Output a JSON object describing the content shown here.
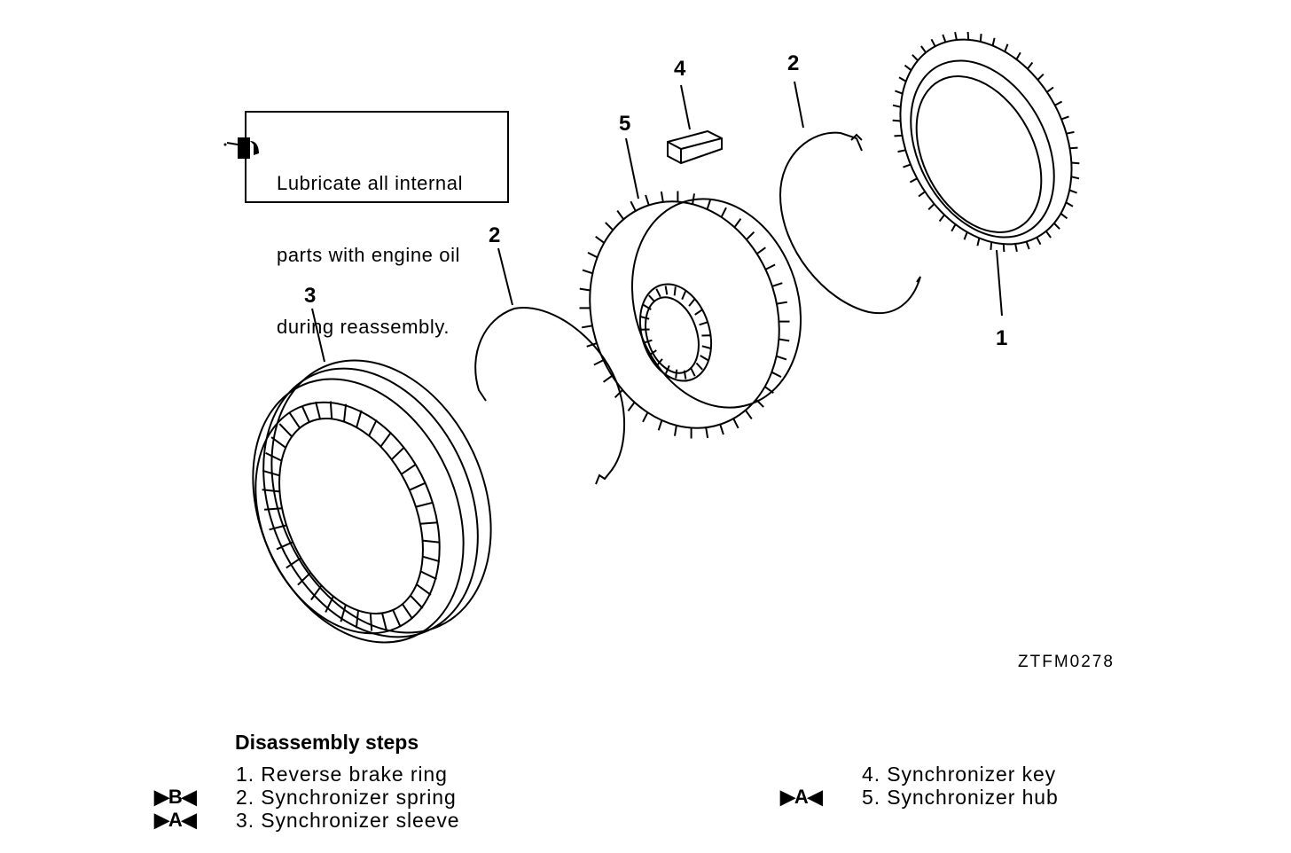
{
  "note": {
    "lines": [
      "Lubricate all internal",
      "parts with engine oil",
      "during reassembly."
    ]
  },
  "callouts": {
    "c1": "1",
    "c2a": "2",
    "c2b": "2",
    "c3": "3",
    "c4": "4",
    "c5": "5"
  },
  "figure_code": "ZTFM0278",
  "steps": {
    "title": "Disassembly steps",
    "items": [
      {
        "text": "1. Reverse brake ring",
        "mark": ""
      },
      {
        "text": "2. Synchronizer spring",
        "mark": "▶B◀"
      },
      {
        "text": "3. Synchronizer sleeve",
        "mark": "▶A◀"
      },
      {
        "text": "4. Synchronizer key",
        "mark": ""
      },
      {
        "text": "5. Synchronizer hub",
        "mark": "▶A◀"
      }
    ]
  }
}
